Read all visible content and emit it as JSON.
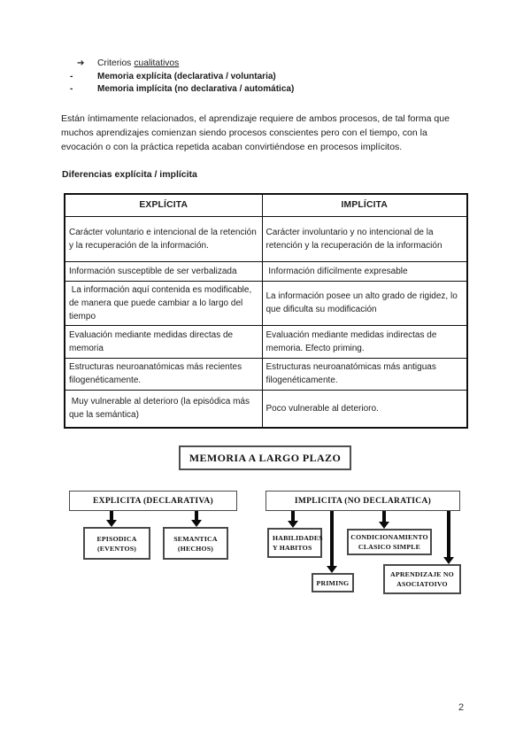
{
  "criteria_list": {
    "arrow_marker": "➔",
    "item_qualitative_prefix": "Criterios",
    "item_qualitative_underlined": "cualitativos",
    "dash_marker": "-",
    "item_explicit_memory": "Memoria explícita (declarativa / voluntaria)",
    "item_implicit_memory": "Memoria implícita (no declarativa / automática)"
  },
  "intro_paragraph": "Están íntimamente relacionados, el aprendizaje requiere de ambos procesos, de tal forma que muchos aprendizajes comienzan siendo procesos conscientes pero con el tiempo, con la evocación o con la práctica repetida acaban convirtiéndose en procesos implícitos.",
  "section_heading": "Diferencias explícita / implícita",
  "comparison_table": {
    "headers": [
      "EXPLÍCITA",
      "IMPLÍCITA"
    ],
    "rows": [
      [
        "Carácter voluntario e intencional de la retención y la recuperación de la información.",
        "Carácter involuntario y no intencional de la retención y la recuperación de la información"
      ],
      [
        "Información susceptible de ser verbalizada",
        " Información difícilmente expresable"
      ],
      [
        " La información aquí contenida es modificable, de manera que puede cambiar a lo largo del tiempo",
        "La información posee un alto grado de rigidez, lo que dificulta su modificación"
      ],
      [
        "Evaluación mediante medidas directas de memoria",
        "Evaluación mediante medidas indirectas de memoria. Efecto priming."
      ],
      [
        "Estructuras neuroanatómicas más recientes filogenéticamente.",
        "Estructuras neuroanatómicas más antiguas filogenéticamente."
      ],
      [
        " Muy vulnerable al deterioro (la episódica más que la semántica)",
        "Poco vulnerable al deterioro."
      ]
    ]
  },
  "diagram": {
    "title": "MEMORIA A LARGO PLAZO",
    "explicit_branch_label": "EXPLICITA (DECLARATIVA)",
    "implicit_branch_label": "IMPLICITA (NO DECLARATICA)",
    "nodes": {
      "episodica": {
        "line1": "EPISODICA",
        "line2": "(EVENTOS)"
      },
      "semantica": {
        "line1": "SEMANTICA",
        "line2": "(HECHOS)"
      },
      "habilidades": {
        "line1": "HABILIDADES",
        "line2": "Y HABITOS"
      },
      "condicionamiento": {
        "line1": "CONDICIONAMIENTO",
        "line2": "CLASICO SIMPLE"
      },
      "priming": {
        "line1": "PRIMING"
      },
      "aprendizaje": {
        "line1": "APRENDIZAJE NO",
        "line2": "ASOCIATOIVO"
      }
    }
  },
  "page_number": "2"
}
